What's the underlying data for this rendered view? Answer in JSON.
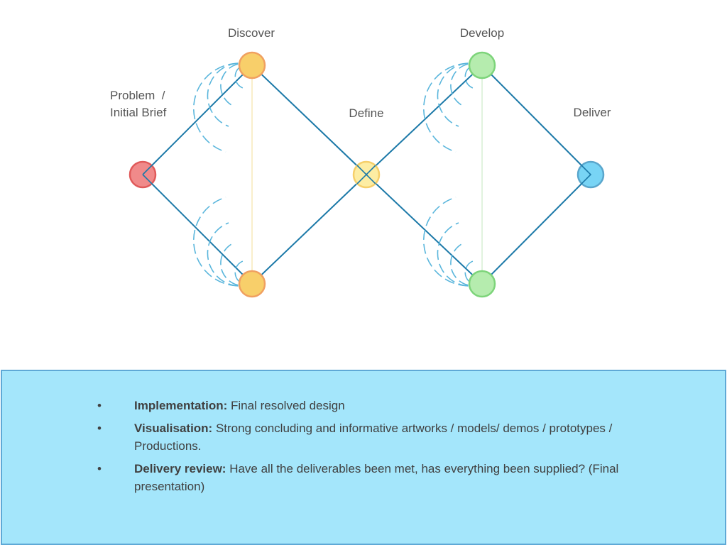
{
  "diagram": {
    "labels": {
      "problem_line1": "Problem  /",
      "problem_line2": "Initial Brief",
      "discover": "Discover",
      "define": "Define",
      "develop": "Develop",
      "deliver": "Deliver"
    },
    "colors": {
      "line": "#1c79a8",
      "arc": "#5ab6dc",
      "problem_node": "#f08a8a",
      "discover_node": "#f8cf6a",
      "define_node": "#fdeda3",
      "develop_node": "#b5ecae",
      "deliver_node": "#78d4f5"
    }
  },
  "panel": {
    "background": "#a4e6fb",
    "bullets": [
      {
        "term": "Implementation:",
        "text": " Final resolved design"
      },
      {
        "term": "Visualisation:",
        "text": " Strong concluding and informative artworks / models/ demos / prototypes / Productions."
      },
      {
        "term": "Delivery review:",
        "text": " Have all the deliverables been met, has everything been supplied? (Final presentation)"
      }
    ]
  }
}
